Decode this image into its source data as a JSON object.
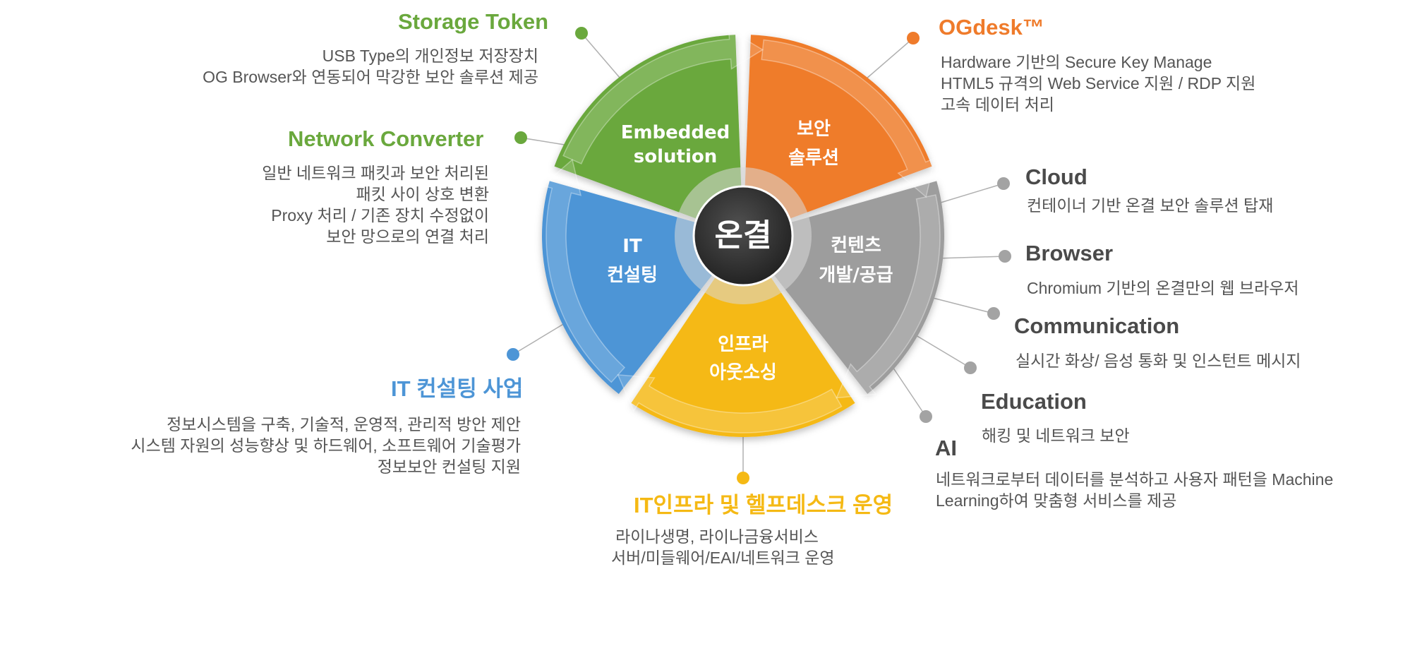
{
  "colors": {
    "green": "#6aa83d",
    "orange": "#ef7b2b",
    "gray": "#9d9d9d",
    "yellow": "#f5b914",
    "blue": "#4d95d6",
    "hub": "#2f2f2f",
    "line_gray": "#b2b2b2"
  },
  "center": {
    "label": "온결"
  },
  "segments": {
    "embedded": {
      "line1": "Embedded",
      "line2": "solution"
    },
    "security": {
      "line1": "보안",
      "line2": "솔루션"
    },
    "contents": {
      "line1": "컨텐츠",
      "line2": "개발/공급"
    },
    "infra": {
      "line1": "인프라",
      "line2": "아웃소싱"
    },
    "it": {
      "line1": "IT",
      "line2": "컨설팅"
    }
  },
  "callouts": {
    "storage_token": {
      "title": "Storage Token",
      "lines": [
        "USB Type의 개인정보 저장장치",
        "OG Browser와 연동되어 막강한 보안 솔루션 제공"
      ]
    },
    "network_converter": {
      "title": "Network Converter",
      "lines": [
        "일반 네트워크 패킷과  보안 처리된",
        "패킷 사이 상호 변환",
        "Proxy 처리 / 기존 장치 수정없이",
        "보안 망으로의 연결 처리"
      ]
    },
    "it_consulting": {
      "title": "IT 컨설팅 사업",
      "lines": [
        "정보시스템을 구축, 기술적, 운영적, 관리적 방안 제안",
        "시스템 자원의 성능향상 및 하드웨어, 소프트웨어 기술평가",
        "정보보안 컨설팅 지원"
      ]
    },
    "it_infra": {
      "title": "IT인프라 및 헬프데스크 운영",
      "lines": [
        "라이나생명, 라이나금융서비스",
        "서버/미들웨어/EAI/네트워크 운영"
      ]
    },
    "ogdesk": {
      "title": "OGdesk™",
      "lines": [
        "Hardware 기반의 Secure Key Manage",
        "HTML5 규격의 Web Service 지원 / RDP 지원",
        "고속 데이터 처리"
      ]
    },
    "cloud": {
      "title": "Cloud",
      "lines": [
        "컨테이너 기반 온결 보안 솔루션 탑재"
      ]
    },
    "browser": {
      "title": "Browser",
      "lines": [
        "Chromium 기반의 온결만의 웹 브라우저"
      ]
    },
    "communication": {
      "title": "Communication",
      "lines": [
        "실시간 화상/ 음성 통화 및 인스턴트 메시지"
      ]
    },
    "education": {
      "title": "Education",
      "lines": [
        "해킹 및 네트워크 보안"
      ]
    },
    "ai": {
      "title": "AI",
      "lines": [
        "네트워크로부터 데이터를 분석하고 사용자 패턴을 Machine",
        "Learning하여 맞춤형 서비스를 제공"
      ]
    }
  }
}
